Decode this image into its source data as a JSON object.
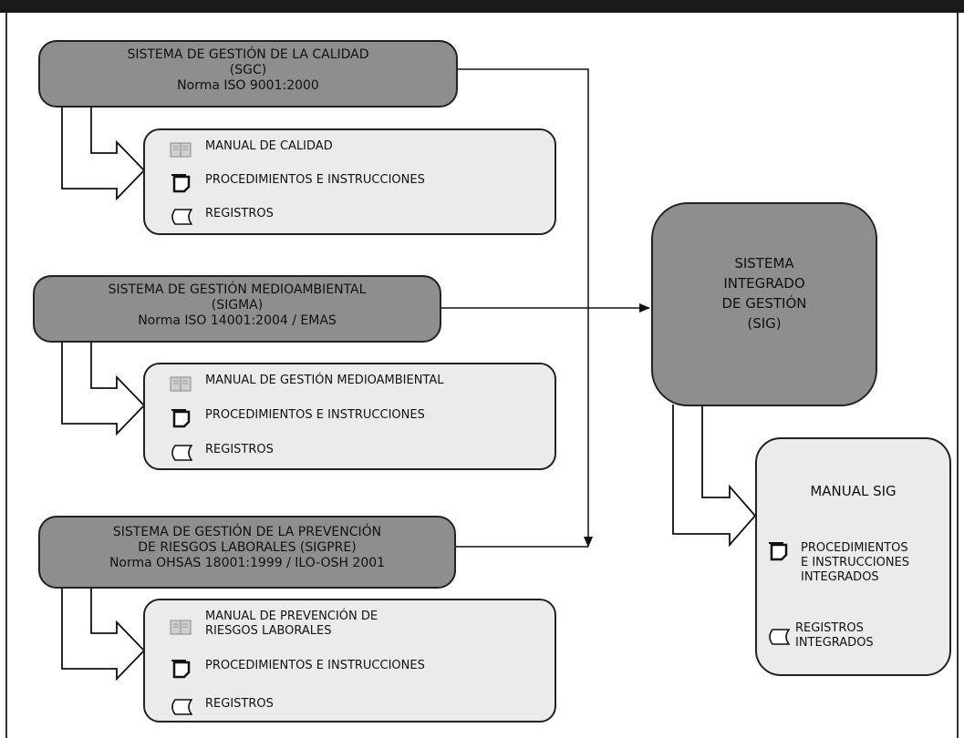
{
  "sgc": {
    "title_line1": "SISTEMA DE GESTIÓN DE LA CALIDAD",
    "title_line2": "(SGC)",
    "norm": "Norma ISO 9001:2000",
    "docs": {
      "manual": "MANUAL DE CALIDAD",
      "procedures": "PROCEDIMIENTOS E INSTRUCCIONES",
      "records": "REGISTROS"
    }
  },
  "sigma": {
    "title_line1": "SISTEMA DE GESTIÓN MEDIOAMBIENTAL",
    "title_line2": "(SIGMA)",
    "norm": "Norma ISO 14001:2004 / EMAS",
    "docs": {
      "manual": "MANUAL DE GESTIÓN MEDIOAMBIENTAL",
      "procedures": "PROCEDIMIENTOS E INSTRUCCIONES",
      "records": "REGISTROS"
    }
  },
  "sigpre": {
    "title_line1": "SISTEMA DE GESTIÓN DE LA PREVENCIÓN",
    "title_line2": "DE RIESGOS LABORALES (SIGPRE)",
    "norm": "Norma OHSAS 18001:1999 / ILO-OSH 2001",
    "docs": {
      "manual_line1": "MANUAL DE PREVENCIÓN DE",
      "manual_line2": "RIESGOS LABORALES",
      "procedures": "PROCEDIMIENTOS E INSTRUCCIONES",
      "records": "REGISTROS"
    }
  },
  "sig": {
    "line1": "SISTEMA",
    "line2": "INTEGRADO",
    "line3": "DE GESTIÓN",
    "line4": "(SIG)",
    "docs": {
      "manual": "MANUAL SIG",
      "procedures_line1": "PROCEDIMIENTOS",
      "procedures_line2": "E INSTRUCCIONES",
      "procedures_line3": "INTEGRADOS",
      "records_line1": "REGISTROS",
      "records_line2": "INTEGRADOS"
    }
  },
  "icons": {
    "manual": "book-icon",
    "procedures": "document-icon",
    "records": "scroll-icon"
  }
}
